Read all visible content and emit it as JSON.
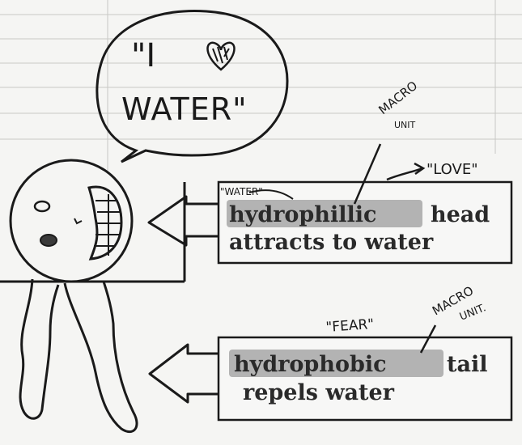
{
  "speech_bubble": {
    "line1": "\"I",
    "line2": "WATER\""
  },
  "upper_box": {
    "word": "hydrophillic",
    "rest_line1": "head",
    "line2": "attracts to water"
  },
  "lower_box": {
    "word": "hydrophobic",
    "rest_line1": "tail",
    "line2": "repels water"
  },
  "annotations": {
    "water_note": "\"WATER\"",
    "love_note": "\"LOVE\"",
    "fear_note": "\"FEAR\"",
    "macro_unit_top_1": "MACRO",
    "macro_unit_top_2": "UNIT",
    "macro_unit_bottom_1": "MACRO",
    "macro_unit_bottom_2": "UNIT."
  },
  "colors": {
    "highlight": "#9c9c9c",
    "ink": "#1a1a1a",
    "paper": "#f5f5f3"
  }
}
